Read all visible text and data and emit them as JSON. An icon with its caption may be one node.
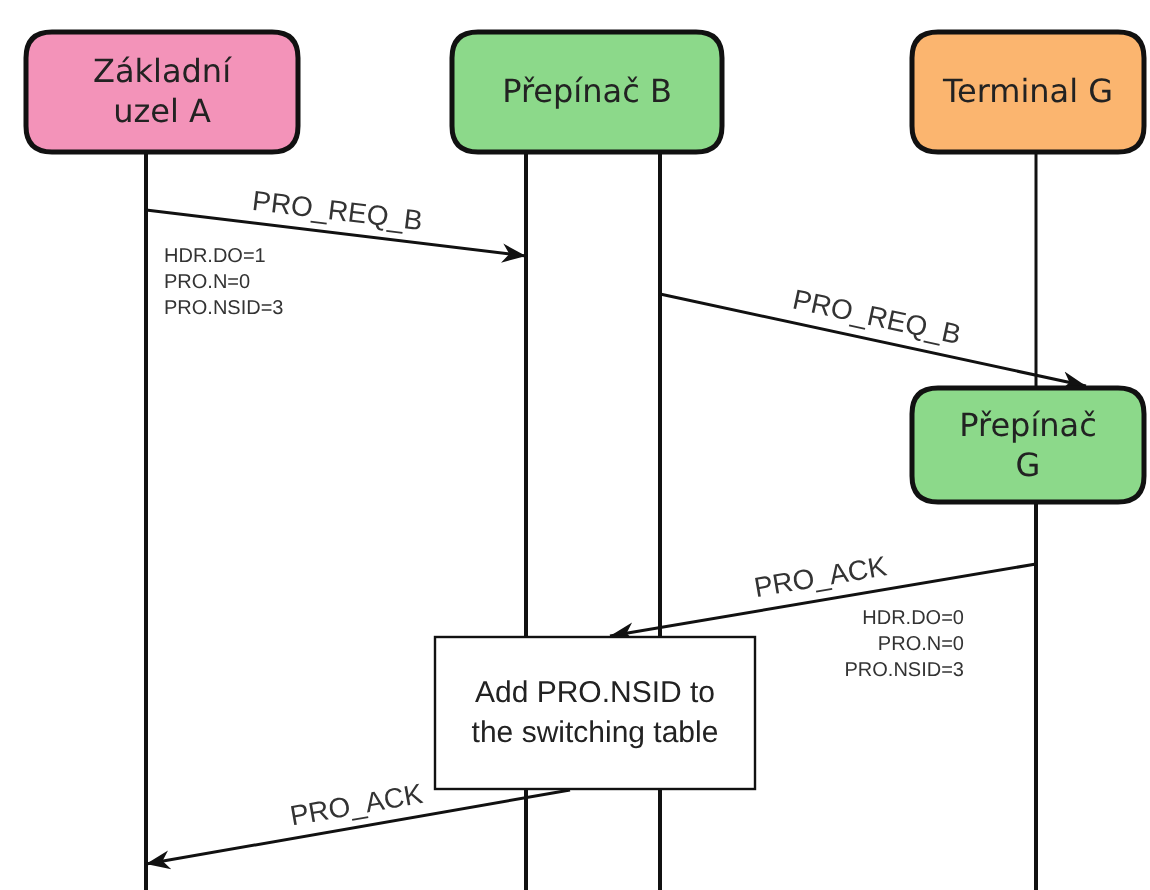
{
  "diagram": {
    "nodes": [
      {
        "text": [
          "Základní uzel A"
        ]
      },
      {
        "text": [
          "Přepínač B"
        ]
      },
      {
        "text": [
          "Terminal G"
        ]
      },
      {
        "text": [
          "Přepínač G"
        ]
      },
      {
        "text": [
          "Add PRO.NSID to the switching table"
        ]
      },
      {
        "text": [],
        "shape": "line"
      },
      {
        "text": [],
        "shape": "line"
      },
      {
        "text": [],
        "shape": "line"
      },
      {
        "text": [],
        "shape": "line"
      }
    ],
    "edges": [
      {
        "from": 5,
        "to": 6,
        "arrow": "to",
        "label": "PRO_REQ_B"
      },
      {
        "from": 7,
        "to": 3,
        "arrow": "to",
        "label": "PRO_REQ_B"
      },
      {
        "from": 8,
        "to": 4,
        "arrow": "to",
        "label": "PRO_ACK"
      },
      {
        "from": 4,
        "to": 5,
        "arrow": "to",
        "label": "PRO_ACK"
      },
      {
        "from": 2,
        "to": 3,
        "arrow": "none"
      }
    ],
    "labels": [
      "HDR.DO=1 PRO.N=0 PRO.NSID=3",
      "HDR.DO=0 PRO.N=0 PRO.NSID=3"
    ]
  }
}
